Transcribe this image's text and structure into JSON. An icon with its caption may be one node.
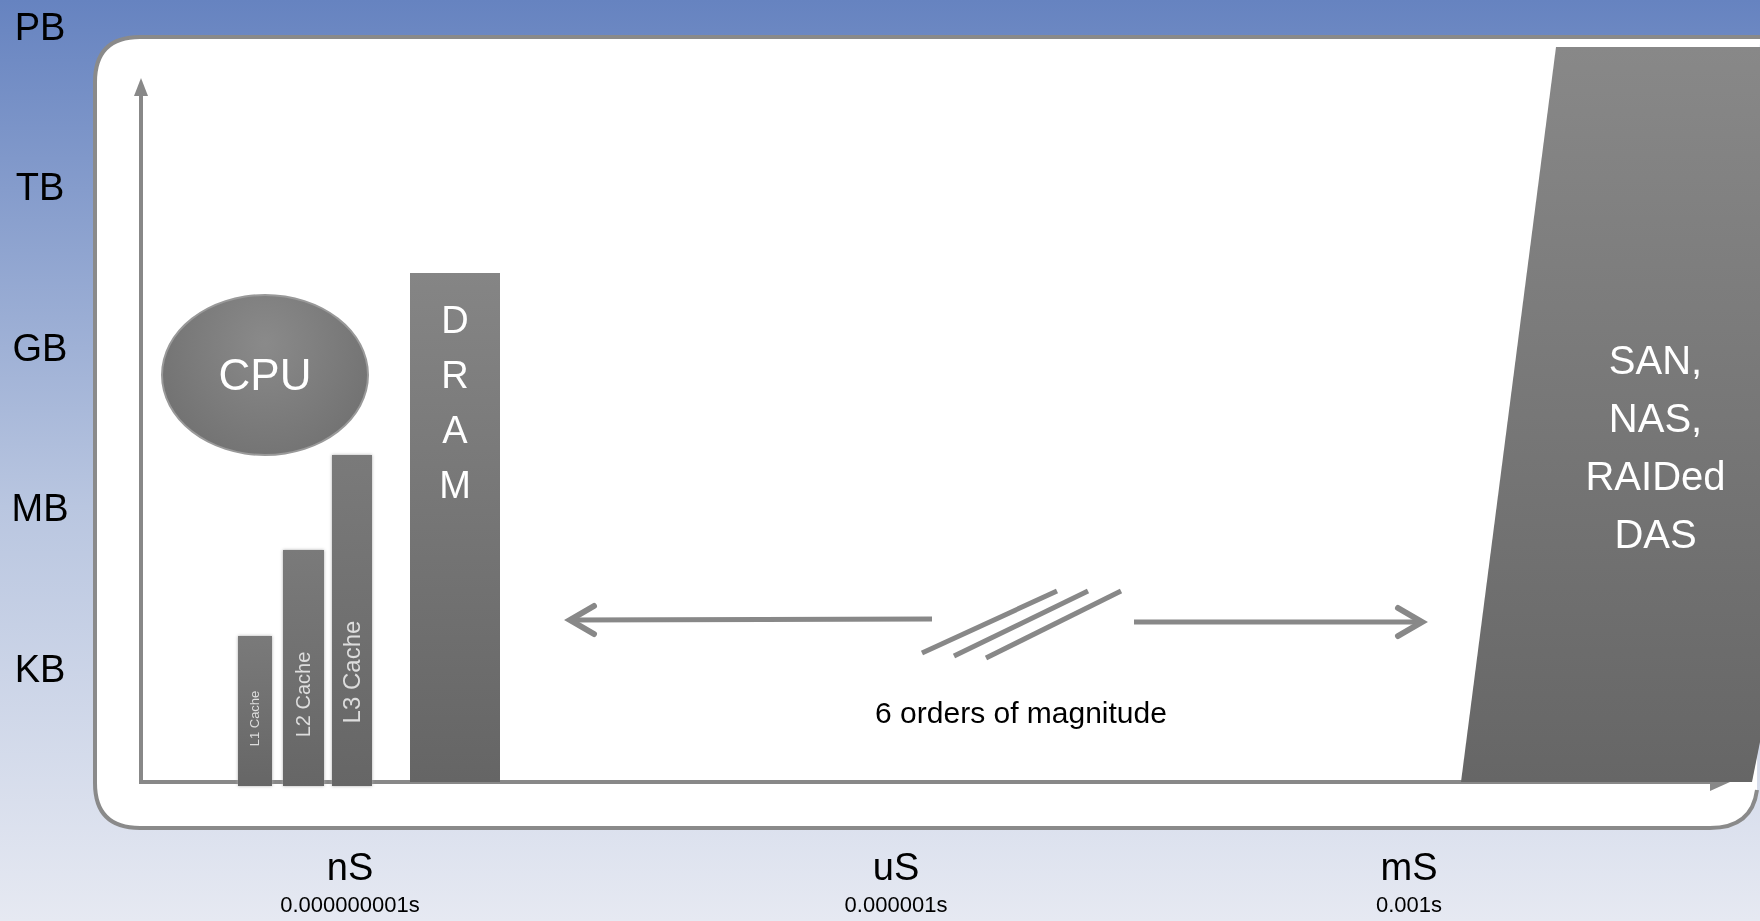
{
  "diagram": {
    "nodes": [
      {
        "text": [
          "CPU"
        ]
      },
      {
        "text": [
          "L1 Cache"
        ]
      },
      {
        "text": [
          "L2 Cache"
        ]
      },
      {
        "text": [
          "L3 Cache"
        ]
      },
      {
        "text": [
          "DRAM"
        ]
      },
      {
        "text": [
          "SAN, NAS, RAIDed DAS"
        ]
      }
    ],
    "labels": [
      "PB",
      "TB",
      "GB",
      "MB",
      "KB",
      "nS",
      "0.000000001s",
      "uS",
      "0.000001s",
      "mS",
      "0.001s",
      "6 orders of magnitude"
    ]
  }
}
